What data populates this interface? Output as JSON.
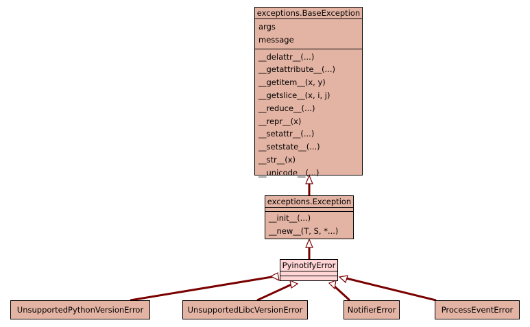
{
  "classes": {
    "base_exception": {
      "title": "exceptions.BaseException",
      "attributes": [
        "args",
        "message"
      ],
      "methods": [
        "__delattr__(...)",
        "__getattribute__(...)",
        "__getitem__(x, y)",
        "__getslice__(x, i, j)",
        "__reduce__(...)",
        "__repr__(x)",
        "__setattr__(...)",
        "__setstate__(...)",
        "__str__(x)",
        "__unicode__(...)"
      ]
    },
    "exception": {
      "title": "exceptions.Exception",
      "methods": [
        "__init__(...)",
        "__new__(T, S, *...)"
      ]
    },
    "pyinotify_error": {
      "title": "PyinotifyError"
    },
    "subclasses": [
      "UnsupportedPythonVersionError",
      "UnsupportedLibcVersionError",
      "NotifierError",
      "ProcessEventError"
    ]
  },
  "colors": {
    "class_fill": "#e3b3a3",
    "highlight_fill": "#ffd5d5",
    "edge": "#7a0000"
  }
}
